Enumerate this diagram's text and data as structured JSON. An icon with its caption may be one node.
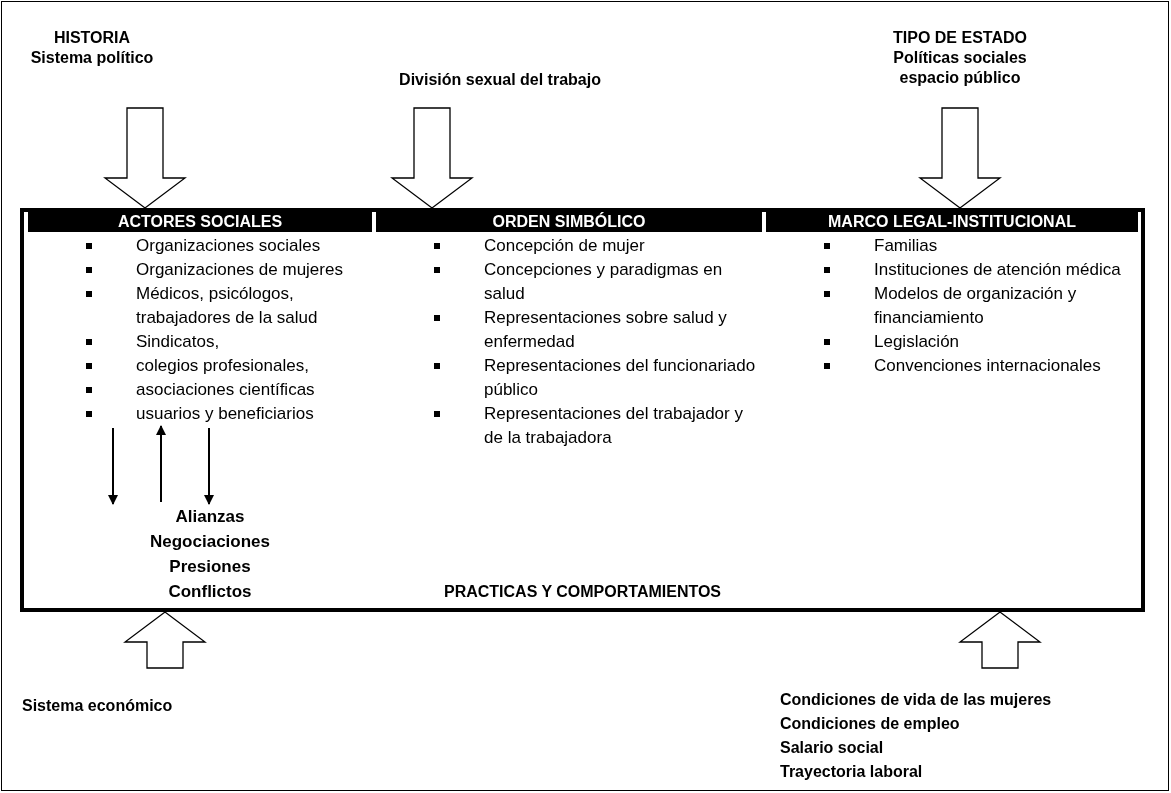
{
  "diagram": {
    "nodes": [
      {
        "text": [
          "HISTORIA",
          "Sistema político"
        ]
      },
      {
        "text": [
          "División sexual del trabajo"
        ]
      },
      {
        "text": [
          "TIPO DE ESTADO",
          "Políticas sociales espacio público"
        ]
      },
      {
        "text": [
          "PRACTICAS Y COMPORTAMIENTOS"
        ]
      },
      {
        "text": [
          "ACTORES SOCIALES",
          "Organizaciones sociales",
          "Organizaciones de mujeres",
          "Médicos, psicólogos, trabajadores de la salud",
          "Sindicatos,",
          "colegios profesionales,",
          "asociaciones científicas",
          "usuarios y beneficiarios"
        ],
        "in": 3
      },
      {
        "text": [
          "ORDEN SIMBÓLICO",
          "Concepción de mujer",
          "Concepciones y paradigmas en salud",
          "Representaciones sobre salud y enfermedad",
          "Representaciones del funcionariado público",
          "Representaciones del trabajador y de la trabajadora"
        ],
        "in": 3
      },
      {
        "text": [
          "MARCO LEGAL-INSTITUCIONAL",
          "Familias",
          "Instituciones de atención médica",
          "Modelos de organización y financiamiento",
          "Legislación",
          "Convenciones internacionales"
        ],
        "in": 3
      },
      {
        "text": [
          "Alianzas",
          "Negociaciones",
          "Presiones",
          "Conflictos"
        ],
        "in": 3
      },
      {
        "text": [
          "Sistema económico"
        ]
      },
      {
        "text": [
          "Condiciones de vida de las mujeres",
          "Condiciones de empleo",
          "Salario social",
          "Trayectoria laboral"
        ]
      }
    ],
    "edges": [
      {
        "from": 0,
        "to": 3,
        "arrow": "to",
        "style": "thick"
      },
      {
        "from": 1,
        "to": 3,
        "arrow": "to",
        "style": "thick"
      },
      {
        "from": 2,
        "to": 3,
        "arrow": "to",
        "style": "thick"
      },
      {
        "from": 8,
        "to": 3,
        "arrow": "to",
        "style": "thick"
      },
      {
        "from": 9,
        "to": 3,
        "arrow": "to",
        "style": "thick"
      },
      {
        "from": 4,
        "to": 7,
        "arrow": "to"
      },
      {
        "from": 7,
        "to": 4,
        "arrow": "to"
      },
      {
        "from": 4,
        "to": 7,
        "arrow": "to"
      }
    ]
  }
}
